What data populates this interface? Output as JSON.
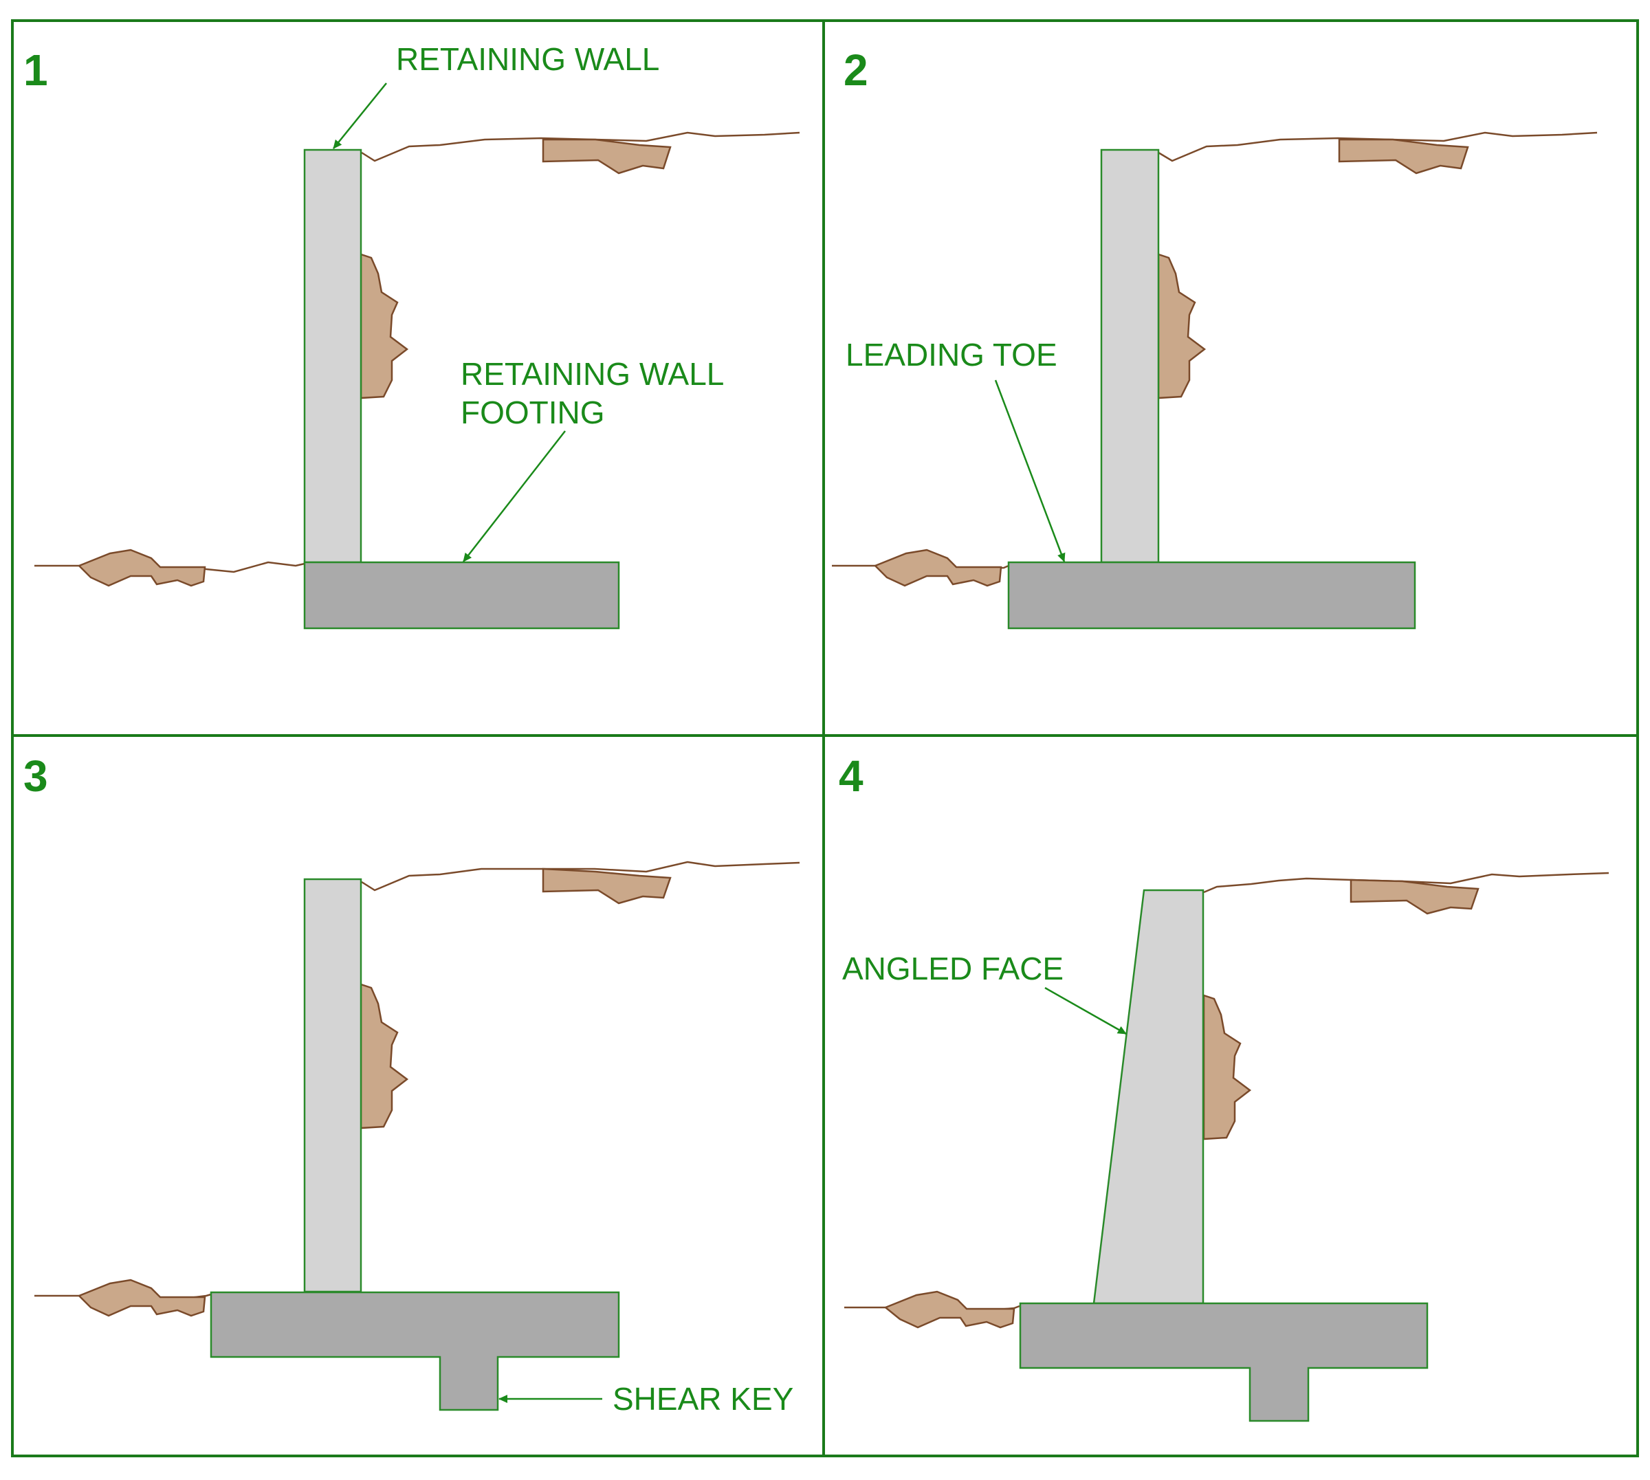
{
  "colors": {
    "frame": "#1a7a1a",
    "text": "#1a8a1a",
    "wall_fill": "#d4d4d4",
    "footing_fill": "#aaaaaa",
    "rock_fill": "#caa88a",
    "ground_line": "#7a4a2a"
  },
  "panels": [
    {
      "number": "1",
      "labels": {
        "retaining_wall": "RETAINING WALL",
        "footing_line1": "RETAINING WALL",
        "footing_line2": "FOOTING"
      }
    },
    {
      "number": "2",
      "labels": {
        "leading_toe": "LEADING TOE"
      }
    },
    {
      "number": "3",
      "labels": {
        "shear_key": "SHEAR KEY"
      }
    },
    {
      "number": "4",
      "labels": {
        "angled_face": "ANGLED FACE"
      }
    }
  ]
}
